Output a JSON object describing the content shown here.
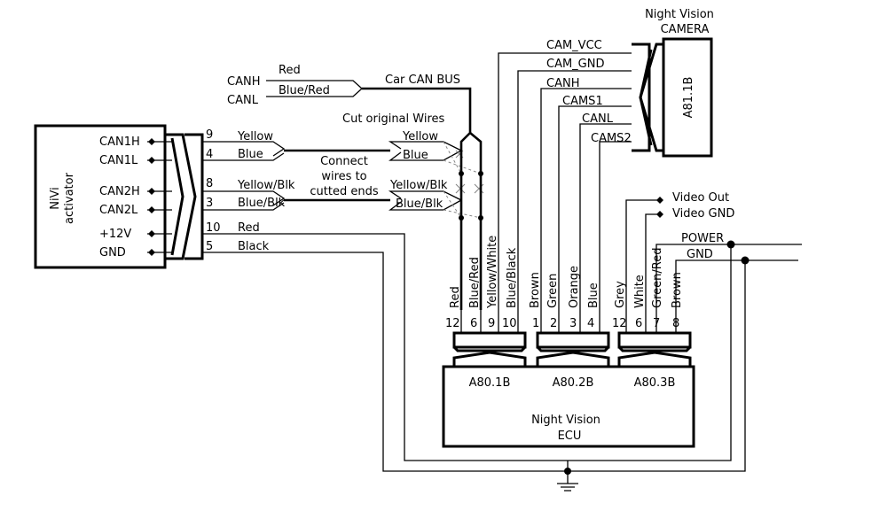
{
  "nivi": {
    "title_line1": "NiVi",
    "title_line2": "activator",
    "pins": [
      "CAN1H",
      "CAN1L",
      "CAN2H",
      "CAN2L",
      "+12V",
      "GND"
    ]
  },
  "harness": [
    {
      "pin": "9",
      "color": "Yellow"
    },
    {
      "pin": "4",
      "color": "Blue"
    },
    {
      "pin": "8",
      "color": "Yellow/Blk"
    },
    {
      "pin": "3",
      "color": "Blue/Blk"
    },
    {
      "pin": "10",
      "color": "Red"
    },
    {
      "pin": "5",
      "color": "Black"
    }
  ],
  "can_bus": {
    "canh_label": "CANH",
    "canh_color": "Red",
    "canl_label": "CANL",
    "canl_color": "Blue/Red",
    "title": "Car CAN BUS"
  },
  "cut_note": "Cut original Wires",
  "connect_note": [
    "Connect",
    "wires to",
    "cutted ends"
  ],
  "car_side": [
    "Yellow",
    "Blue",
    "Yellow/Blk",
    "Blue/Blk"
  ],
  "camera": {
    "title_line1": "Night Vision",
    "title_line2": "CAMERA",
    "connector": "A81.1B",
    "signals": [
      "CAM_VCC",
      "CAM_GND",
      "CANH",
      "CAMS1",
      "CANL",
      "CAMS2"
    ]
  },
  "video": {
    "out": "Video Out",
    "gnd": "Video GND"
  },
  "power": {
    "power": "POWER",
    "gnd": "GND"
  },
  "ecu": {
    "title_line1": "Night Vision",
    "title_line2": "ECU",
    "connectors": [
      "A80.1B",
      "A80.2B",
      "A80.3B"
    ],
    "pins": [
      {
        "num": "12",
        "color": "Red"
      },
      {
        "num": "6",
        "color": "Blue/Red"
      },
      {
        "num": "9",
        "color": "Yellow/White"
      },
      {
        "num": "10",
        "color": "Blue/Black"
      },
      {
        "num": "1",
        "color": "Brown"
      },
      {
        "num": "2",
        "color": "Green"
      },
      {
        "num": "3",
        "color": "Orange"
      },
      {
        "num": "4",
        "color": "Blue"
      },
      {
        "num": "12",
        "color": "Grey"
      },
      {
        "num": "6",
        "color": "White"
      },
      {
        "num": "7",
        "color": "Green/Red"
      },
      {
        "num": "8",
        "color": "Brown"
      }
    ]
  }
}
